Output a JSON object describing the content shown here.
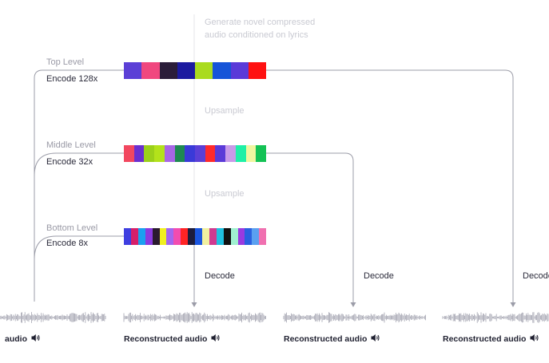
{
  "annotations": {
    "generate": [
      "Generate novel compressed",
      "audio conditioned on lyrics"
    ],
    "upsample_1": "Upsample",
    "upsample_2": "Upsample"
  },
  "levels": [
    {
      "name": "Top Level",
      "encode": "Encode 128x",
      "colors": [
        "#5b3fd6",
        "#f0477f",
        "#2b1d3a",
        "#1c1aa0",
        "#aadb1e",
        "#1654d8",
        "#5a3ad8",
        "#ff1111"
      ]
    },
    {
      "name": "Middle Level",
      "encode": "Encode 32x",
      "colors": [
        "#f2475f",
        "#6a2fd0",
        "#9bd01a",
        "#b3e21b",
        "#a766e6",
        "#1e8a52",
        "#3a3ad8",
        "#5b3fd6",
        "#ff2a2a",
        "#5a3ad8",
        "#c89ae8",
        "#1ff0a6",
        "#f0f6a0",
        "#14c255"
      ]
    },
    {
      "name": "Bottom Level",
      "encode": "Encode 8x",
      "colors": [
        "#3f3fe0",
        "#d61f6a",
        "#1aa0f0",
        "#8a3ae0",
        "#2a1a30",
        "#f0f020",
        "#a266f0",
        "#f24cb0",
        "#ff2424",
        "#1d1d3d",
        "#1a56e0",
        "#f0f0a0",
        "#d03a90",
        "#20c0e0",
        "#111111",
        "#a0f0d0",
        "#9a3ae0",
        "#2a60e0",
        "#5aa0f0",
        "#f070b0"
      ]
    }
  ],
  "decode_labels": [
    "Decode",
    "Decode",
    "Decode"
  ],
  "audio_labels": [
    "audio",
    "Reconstructed audio",
    "Reconstructed audio",
    "Reconstructed audio"
  ],
  "icons": {
    "speaker": "speaker-icon",
    "arrowhead": "arrow-down-icon"
  },
  "colors": {
    "connector": "#9b9ca8",
    "waveform": "#a3a4b0",
    "faded_text": "#c9cad2",
    "guide": "#ededf1"
  }
}
